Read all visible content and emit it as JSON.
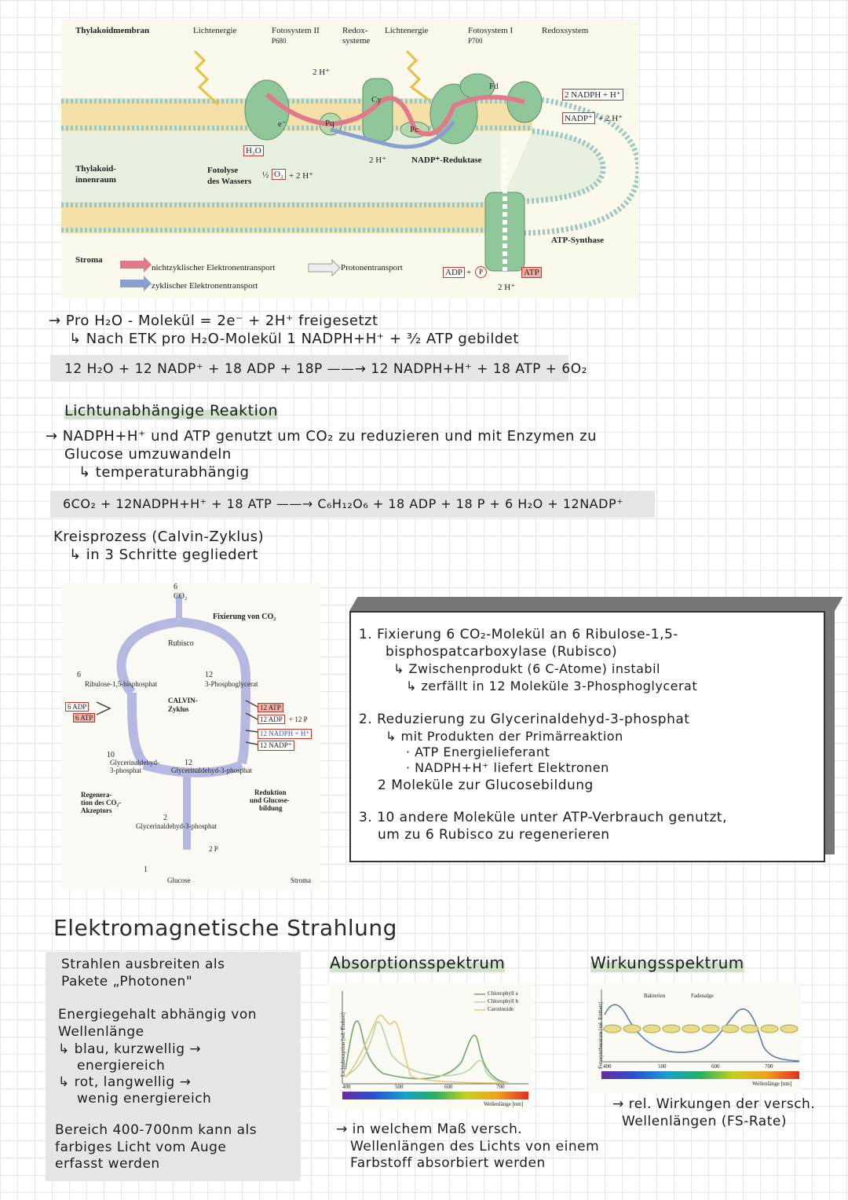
{
  "thylakoid": {
    "labels": {
      "membrane": "Thylakoidmembran",
      "light1": "Lichtenergie",
      "ps2": "Fotosystem II",
      "ps2_sub": "P680",
      "redox1a": "Redox-",
      "redox1b": "systeme",
      "light2": "Lichtenergie",
      "ps1": "Fotosystem I",
      "ps1_sub": "P700",
      "redox2": "Redoxsystem",
      "h_top": "2 H⁺",
      "pq": "Pq",
      "cy": "Cy",
      "pc": "Pc",
      "fd": "Fd",
      "e": "e⁻",
      "nadph": "2 NADPH + H⁺",
      "nadp": "NADP⁺",
      "nadp_plus": "+ 2 H⁺",
      "h2o": "H₂O",
      "photolysis1": "Fotolyse",
      "photolysis2": "des Wassers",
      "o2_frac": "½",
      "o2": "O₂",
      "o2_plus": "+ 2 H⁺",
      "h_mid": "2 H⁺",
      "reductase": "NADP⁺-Reduktase",
      "lumen1": "Thylakoid-",
      "lumen2": "innenraum",
      "atp_synthase": "ATP-Synthase",
      "stroma": "Stroma",
      "legend_noncyclic": "nichtzyklischer Elektronentransport",
      "legend_cyclic": "zyklischer Elektronentransport",
      "legend_proton": "Protonentransport",
      "adp": "ADP",
      "plus": "+",
      "p": "P",
      "atp": "ATP",
      "h_bottom": "2 H⁺"
    }
  },
  "notes": {
    "line1": "→ Pro H₂O - Molekül  = 2e⁻  + 2H⁺  freigesetzt",
    "line2": "↳ Nach ETK pro H₂O-Molekül  1 NADPH+H⁺  +  ³⁄₂ ATP gebildet",
    "eq1": "12 H₂O + 12 NADP⁺ + 18 ADP + 18P ——→ 12 NADPH+H⁺ + 18 ATP + 6O₂",
    "heading_dark": "Lichtunabhängige Reaktion",
    "dark1": "→ NADPH+H⁺ und ATP genutzt um CO₂ zu reduzieren und mit Enzymen zu",
    "dark2": "Glucose umzuwandeln",
    "dark3": "↳ temperaturabhängig",
    "eq2": "6CO₂ + 12NADPH+H⁺ + 18 ATP ——→ C₆H₁₂O₆ + 18 ADP + 18 P + 6 H₂O + 12NADP⁺",
    "cycle1": "Kreisprozess (Calvin-Zyklus)",
    "cycle2": "↳ in 3 Schritte gegliedert"
  },
  "calvin": {
    "co2_count": "6",
    "co2": "CO₂",
    "fixation": "Fixierung von CO₂",
    "rubisco": "Rubisco",
    "rubp_count": "6",
    "rubp": "Ribulose-1,5-bisphosphat",
    "pga_count": "12",
    "pga": "3-Phosphoglycerat",
    "adp6": "6 ADP",
    "atp6": "6 ATP",
    "cycle_name1": "CALVIN-",
    "cycle_name2": "Zyklus",
    "atp12": "12 ATP",
    "adp12": "12 ADP",
    "p12": "+ 12 P",
    "nadph12": "12 NADPH + H⁺",
    "nadp12": "12 NADP⁺",
    "g3p10_count": "10",
    "g3p10": "Glycerinaldehyd-3-phosphat",
    "g3p12_count": "12",
    "g3p12": "Glycerinaldehyd-3-phosphat",
    "regen1": "Regenera-",
    "regen2": "tion des CO₂-",
    "regen3": "Akzeptors",
    "red1": "Reduktion",
    "red2": "und Glucose-",
    "red3": "bildung",
    "g3p2_count": "2",
    "g3p2": "Glycerinaldehyd-3-phosphat",
    "p2": "2 P",
    "glucose_count": "1",
    "glucose": "Glucose",
    "stroma": "Stroma"
  },
  "steps": {
    "s1a": "1. Fixierung 6 CO₂-Molekül an 6 Ribulose-1,5-",
    "s1b": "bisphospatcarboxylase (Rubisco)",
    "s1c": "↳ Zwischenprodukt (6 C-Atome) instabil",
    "s1d": "↳ zerfällt in 12 Moleküle 3-Phosphoglycerat",
    "s2a": "2. Reduzierung zu Glycerinaldehyd-3-phosphat",
    "s2b": "↳ mit Produkten der Primärreaktion",
    "s2c": "· ATP Energielieferant",
    "s2d": "· NADPH+H⁺ liefert Elektronen",
    "s2e": "2 Moleküle zur Glucosebildung",
    "s3a": "3. 10 andere Moleküle unter ATP-Verbrauch genutzt,",
    "s3b": "um zu 6 Rubisco zu regenerieren"
  },
  "em": {
    "title": "Elektromagnetische Strahlung",
    "box1": "Strahlen ausbreiten als",
    "box2": "Pakete „Photonen\"",
    "box3": "Energiegehalt abhängig von",
    "box4": "Wellenlänge",
    "box5": "↳ blau, kurzwellig →",
    "box6": "energiereich",
    "box7": "↳ rot, langwellig →",
    "box8": "wenig energiereich",
    "box9": "Bereich 400-700nm kann als",
    "box10": "farbiges Licht vom Auge",
    "box11": "erfasst werden"
  },
  "absorption": {
    "heading": "Absorptionsspektrum",
    "ylabel": "Lichtabsorption [rel. Einheit]",
    "xlabel": "Wellenlänge [nm]",
    "ticks": [
      "400",
      "500",
      "600",
      "700"
    ],
    "legend": [
      "Chlorophyll a",
      "Chlorophyll b",
      "Carotinoide"
    ],
    "colors": {
      "chl_a": "#6aa86a",
      "chl_b": "#b6d4a0",
      "carot": "#e6c878"
    },
    "note1": "→ in welchem Maß versch.",
    "note2": "Wellenlängen des Lichts von einem",
    "note3": "Farbstoff absorbiert werden"
  },
  "action": {
    "heading": "Wirkungsspektrum",
    "ylabel": "Fotosyntheserate [rel. Einheit]",
    "xlabel": "Wellenlänge [nm]",
    "ticks": [
      "400",
      "500",
      "600",
      "700"
    ],
    "label_bact": "Bakterien",
    "label_alga": "Fadenalge",
    "note1": "→ rel. Wirkungen der versch.",
    "note2": "Wellenlängen (FS-Rate)"
  }
}
